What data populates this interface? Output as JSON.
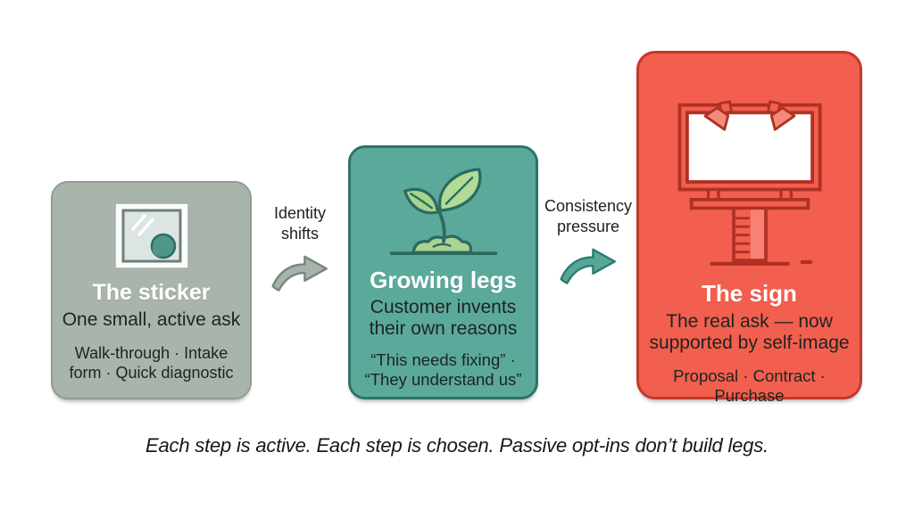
{
  "figure": {
    "caption": "Each step is active. Each step is chosen. Passive opt-ins don’t build legs."
  },
  "cards": [
    {
      "title": "The sticker",
      "subtitle": "One small, active ask",
      "detail": "Walk-through · Intake form · Quick diagnostic",
      "icon": "sticker-window-icon",
      "bg": "#a9b4ab",
      "border": "#909d93"
    },
    {
      "title": "Growing legs",
      "subtitle": "Customer invents their own reasons",
      "detail": "“This needs fixing” · “They understand us”",
      "icon": "seedling-icon",
      "bg": "#5ba99a",
      "border": "#2d7368"
    },
    {
      "title": "The sign",
      "subtitle": "The real ask — now supported by self-image",
      "detail": "Proposal · Contract · Purchase",
      "icon": "billboard-icon",
      "bg": "#f25f4e",
      "border": "#c13a2c"
    }
  ],
  "arrows": [
    {
      "label": "Identity shifts",
      "fill": "#a7b2a9",
      "stroke": "#76857c"
    },
    {
      "label": "Consistency pressure",
      "fill": "#57a697",
      "stroke": "#2c7c6e"
    }
  ]
}
